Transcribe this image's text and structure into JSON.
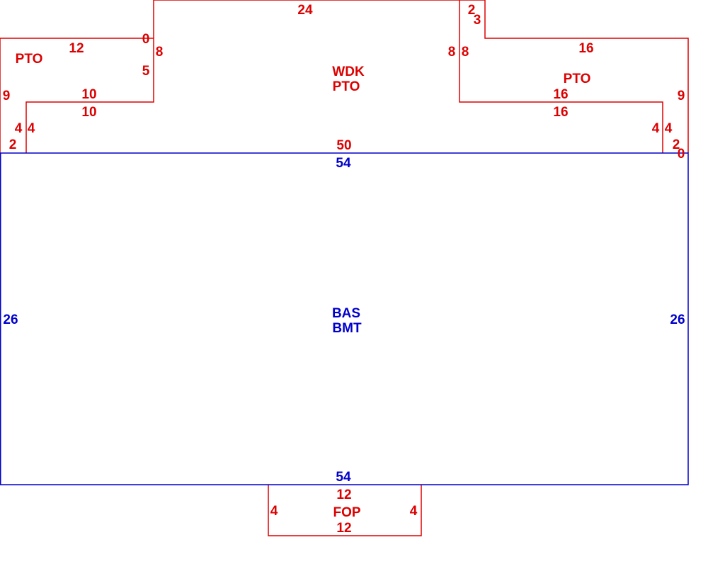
{
  "colors": {
    "red": "#dd0000",
    "blue": "#0000cc",
    "background": "#ffffff"
  },
  "areas": {
    "base": {
      "code": "BAS",
      "code2": "BMT"
    },
    "deck": {
      "code": "WDK",
      "code2": "PTO"
    },
    "patio_left": {
      "code": "PTO"
    },
    "patio_right": {
      "code": "PTO"
    },
    "porch": {
      "code": "FOP"
    }
  },
  "dimensions": {
    "base_top": "54",
    "base_bottom": "54",
    "base_left": "26",
    "base_right": "26",
    "deck_top": "24",
    "deck_bottom": "50",
    "deck_left_upper": "8",
    "deck_right_upper": "8",
    "deck_left_lower": "5",
    "deck_left_jog": "0",
    "left_patio_top": "12",
    "left_patio_step_outer": "10",
    "left_patio_step_inner": "10",
    "left_patio_side": "9",
    "left_patio_lower_outer": "4",
    "left_patio_lower_inner": "4",
    "left_patio_bottom": "2",
    "right_jog_top": "2",
    "right_jog_side": "3",
    "right_patio_left": "8",
    "right_patio_top": "16",
    "right_patio_step_outer": "16",
    "right_patio_step_inner": "16",
    "right_patio_side": "9",
    "right_patio_lower_inner": "4",
    "right_patio_lower_outer": "4",
    "right_patio_bottom": "2",
    "right_patio_corner": "0",
    "porch_top": "12",
    "porch_bottom": "12",
    "porch_left": "4",
    "porch_right": "4"
  }
}
